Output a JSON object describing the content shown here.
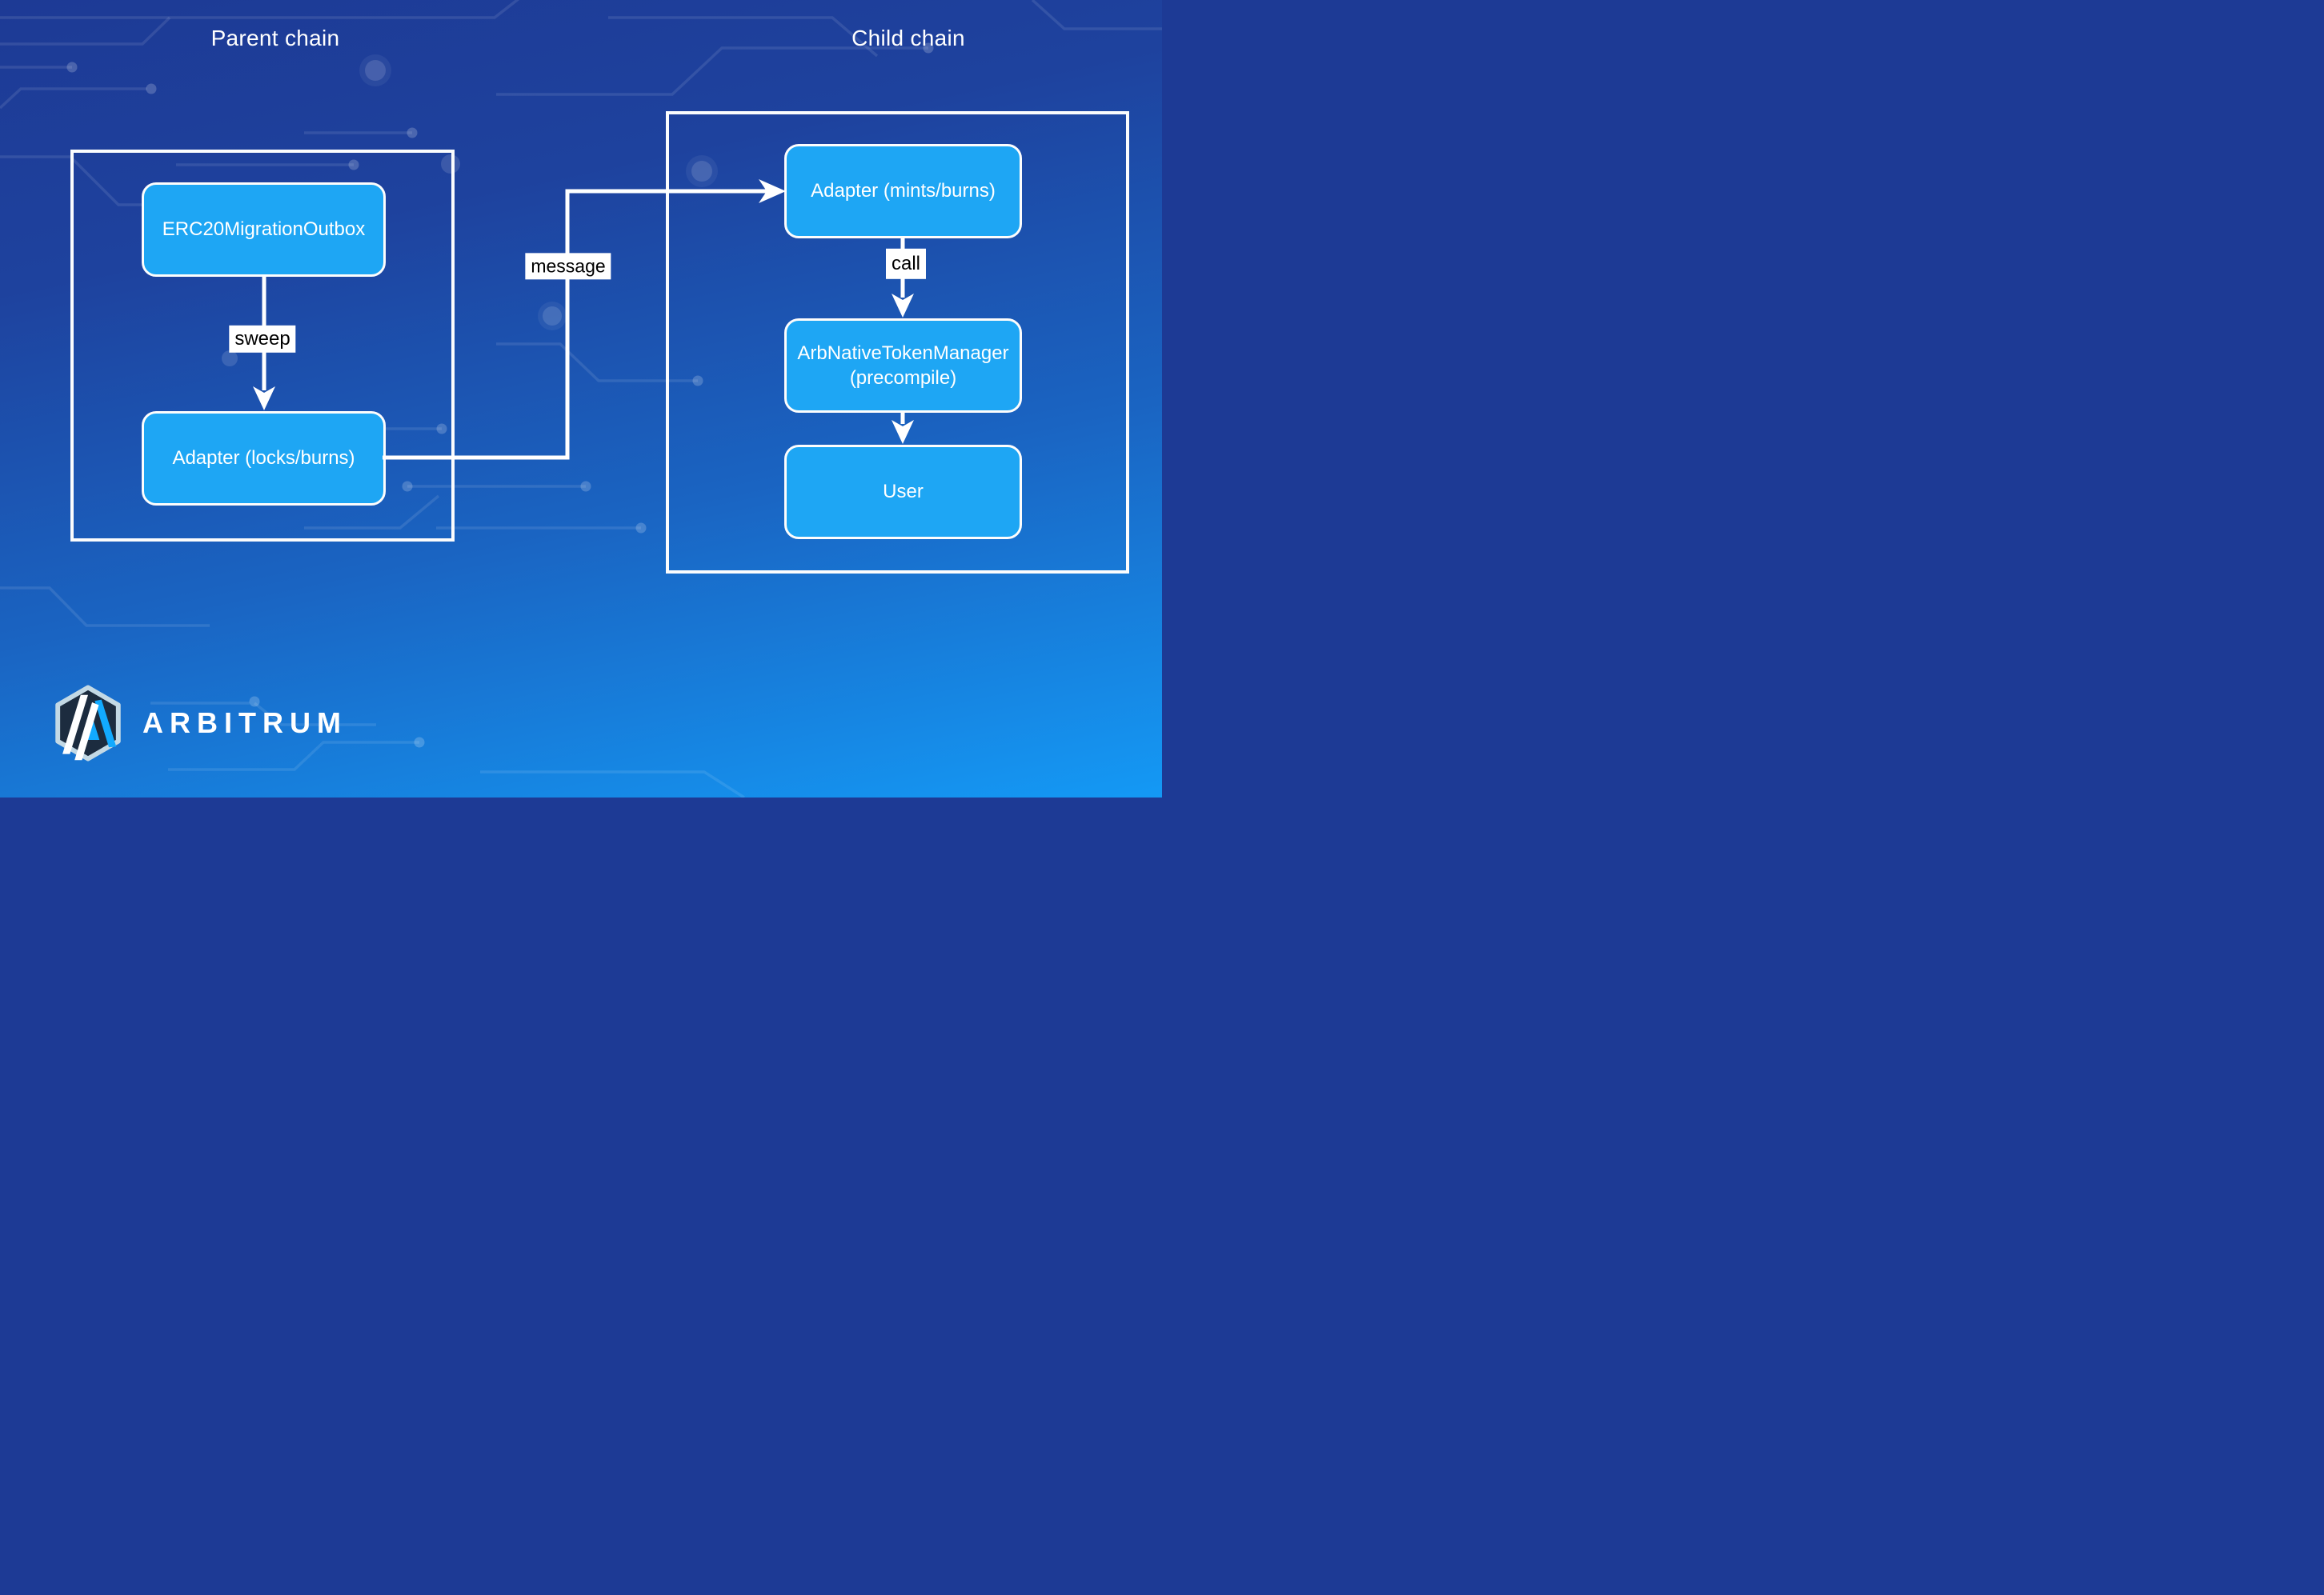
{
  "diagram": {
    "parent_group": {
      "title": "Parent chain"
    },
    "child_group": {
      "title": "Child chain"
    },
    "nodes": {
      "erc20_outbox": {
        "label": "ERC20MigrationOutbox"
      },
      "adapter_locks": {
        "label": "Adapter (locks/burns)"
      },
      "adapter_mints": {
        "label": "Adapter (mints/burns)"
      },
      "arb_native_token_manager": {
        "line1": "ArbNativeTokenManager",
        "line2": "(precompile)"
      },
      "user": {
        "label": "User"
      }
    },
    "edges": {
      "sweep": {
        "label": "sweep"
      },
      "message": {
        "label": "message"
      },
      "call": {
        "label": "call"
      }
    }
  },
  "branding": {
    "logo_text": "ARBITRUM"
  },
  "colors": {
    "background_top": "#1d3a95",
    "background_bottom": "#1499f5",
    "node_fill": "#1ea6f4",
    "node_border": "#ffffff",
    "group_border": "#ffffff",
    "edge": "#ffffff",
    "edge_label_bg": "#ffffff",
    "edge_label_text": "#000000",
    "title_text": "#ffffff",
    "logo_badge_fill": "#1c2c3f",
    "logo_badge_stroke": "#c3d9e5",
    "logo_accent_blue": "#12aaff"
  }
}
